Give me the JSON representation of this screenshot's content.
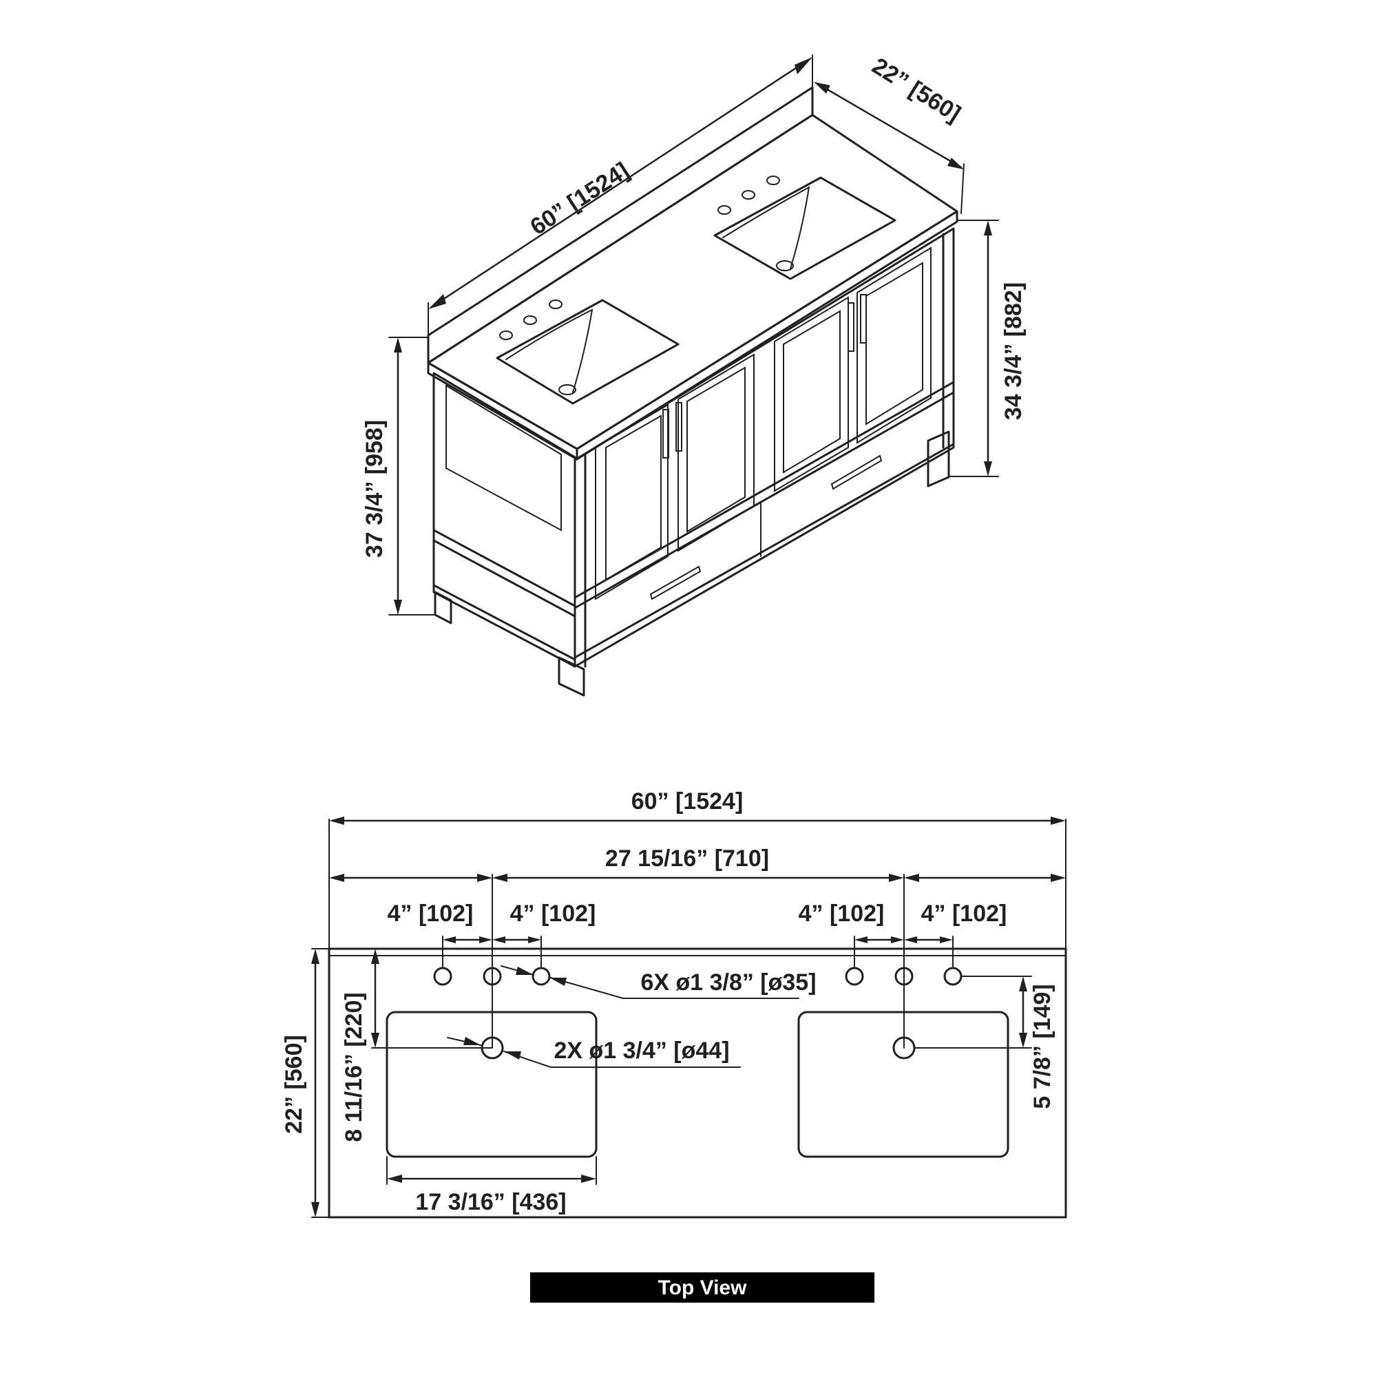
{
  "iso_view": {
    "width": "60” [1524]",
    "depth": "22” [560]",
    "total_height": "37 3/4” [958]",
    "counter_height": "34 3/4” [882]"
  },
  "top_view": {
    "overall_width": "60” [1524]",
    "sink_center_spacing": "27 15/16” [710]",
    "left_hole_left": "4” [102]",
    "left_hole_right": "4” [102]",
    "right_hole_left": "4” [102]",
    "right_hole_right": "4” [102]",
    "faucet_holes": "6X ø1 3/8” [ø35]",
    "drain_holes": "2X ø1 3/4” [ø44]",
    "depth": "22” [560]",
    "drain_from_back": "8 11/16” [220]",
    "faucet_to_drain": "5 7/8” [149]",
    "sink_width": "17 3/16” [436]"
  },
  "caption": "Top View"
}
